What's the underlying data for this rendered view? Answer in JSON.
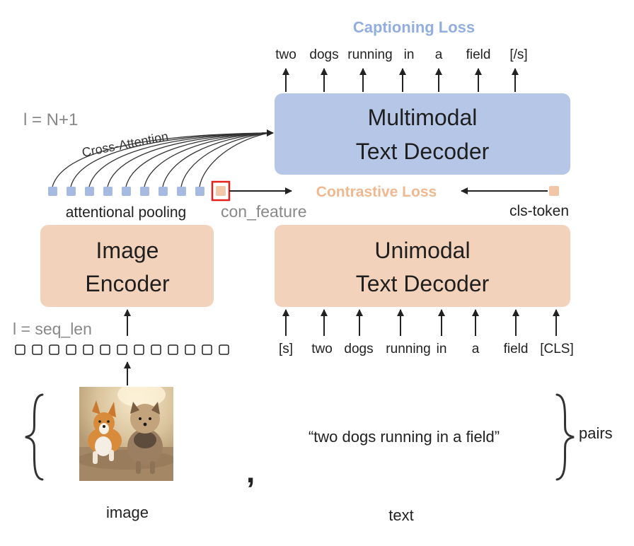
{
  "colors": {
    "peach": "#f3d2bb",
    "blue_box": "#b5c6e6",
    "blue_token": "#a7bbe2",
    "peach_token": "#f2c7a7",
    "captioning_loss": "#92aee0",
    "contrastive_loss": "#f0b88f",
    "gray_label": "#888888",
    "highlight": "#e2211c",
    "dark": "#222222"
  },
  "captioning_loss_label": "Captioning Loss",
  "output_tokens": [
    "two",
    "dogs",
    "running",
    "in",
    "a",
    "field",
    "[/s]"
  ],
  "multimodal_decoder": {
    "line1": "Multimodal",
    "line2": "Text Decoder"
  },
  "layer_count_label": "l = N+1",
  "cross_attention_label": "Cross-Attention",
  "attentional_pooling_label": "attentional pooling",
  "con_feature_label": "con_feature",
  "contrastive_loss_label": "Contrastive Loss",
  "cls_token_label": "cls-token",
  "image_encoder": {
    "line1": "Image",
    "line2": "Encoder"
  },
  "unimodal_decoder": {
    "line1": "Unimodal",
    "line2": "Text Decoder"
  },
  "seq_len_label": "l = seq_len",
  "input_tokens": [
    "[s]",
    "two",
    "dogs",
    "running",
    "in",
    "a",
    "field",
    "[CLS]"
  ],
  "caption_text": "“two dogs running in a field”",
  "comma": ",",
  "pairs_label": "pairs",
  "image_label": "image",
  "text_label": "text"
}
